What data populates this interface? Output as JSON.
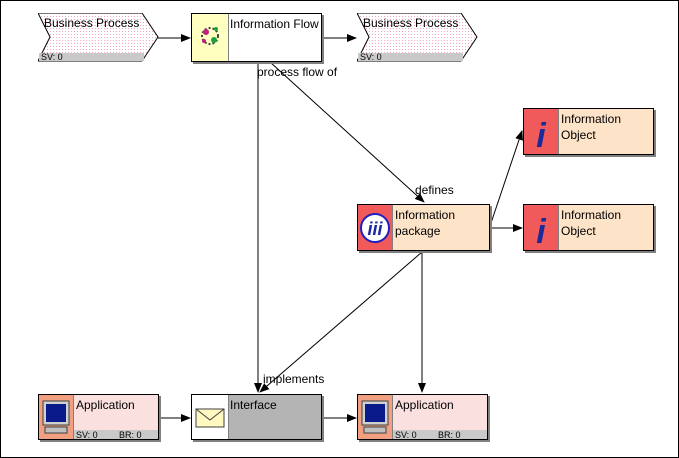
{
  "nodes": {
    "bp_left": {
      "title": "Business Process",
      "sv": "SV: 0"
    },
    "info_flow": {
      "title": "Information Flow"
    },
    "bp_right": {
      "title": "Business Process",
      "sv": "SV: 0"
    },
    "info_package": {
      "line1": "Information",
      "line2": "package"
    },
    "info_object_top": {
      "line1": "Information",
      "line2": "Object"
    },
    "info_object_bottom": {
      "line1": "Information",
      "line2": "Object"
    },
    "app_left": {
      "title": "Application",
      "sv": "SV: 0",
      "br": "BR: 0"
    },
    "interface": {
      "title": "Interface"
    },
    "app_right": {
      "title": "Application",
      "sv": "SV: 0",
      "br": "BR: 0"
    }
  },
  "edges": {
    "process_flow_of": "process flow of",
    "defines": "defines",
    "implements": "implements"
  },
  "colors": {
    "bp_fill": "#fbe4ea",
    "bp_footer": "#c9c9c9",
    "info_flow_icon_bg": "#ffffc0",
    "package_fill": "#fde3c8",
    "package_icon_bg": "#f05a5a",
    "object_fill": "#fde3c8",
    "object_icon_bg": "#f05a5a",
    "app_fill": "#fbe0e0",
    "app_icon_bg": "#f0a080",
    "interface_fill": "#b4b4b4"
  }
}
